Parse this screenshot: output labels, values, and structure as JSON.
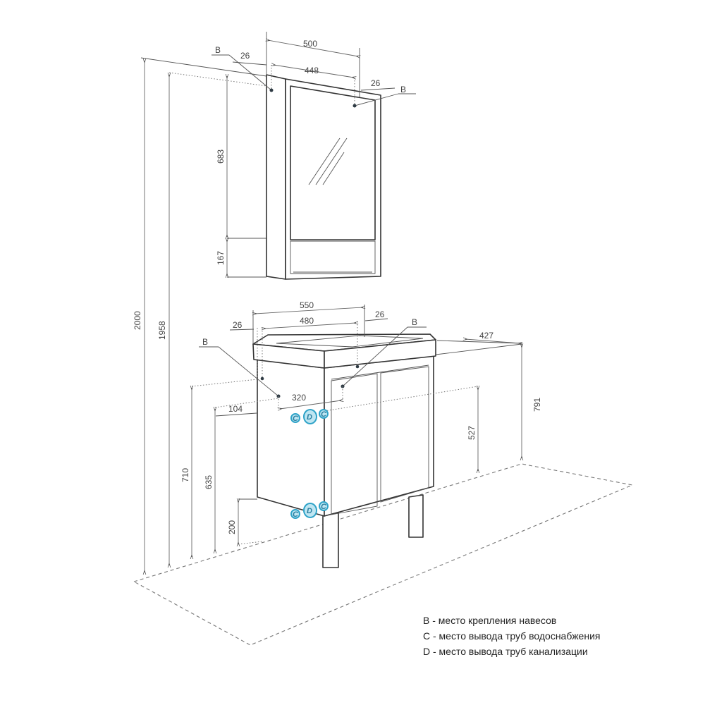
{
  "dimensions": {
    "mirror_width": "500",
    "mirror_inner_width": "448",
    "mirror_left_offset": "26",
    "mirror_right_offset": "26",
    "mirror_height_upper": "683",
    "mirror_height_lower": "167",
    "total_height": "2000",
    "mirror_top_height": "1958",
    "vanity_width": "550",
    "vanity_inner_width": "480",
    "vanity_left_offset": "26",
    "vanity_right_offset": "26",
    "vanity_depth": "427",
    "vanity_height": "791",
    "pipe_height_right": "527",
    "mount_spacing": "320",
    "pipe_offset": "104",
    "mount_height": "710",
    "pipe_height_upper": "635",
    "pipe_height_lower": "200"
  },
  "markers": {
    "b": "B",
    "c": "C",
    "d": "D"
  },
  "legend": [
    "B - место крепления навесов",
    "C - место вывода труб водоснабжения",
    "D - место вывода труб канализации"
  ],
  "colors": {
    "marker": "#2fa3c8"
  }
}
